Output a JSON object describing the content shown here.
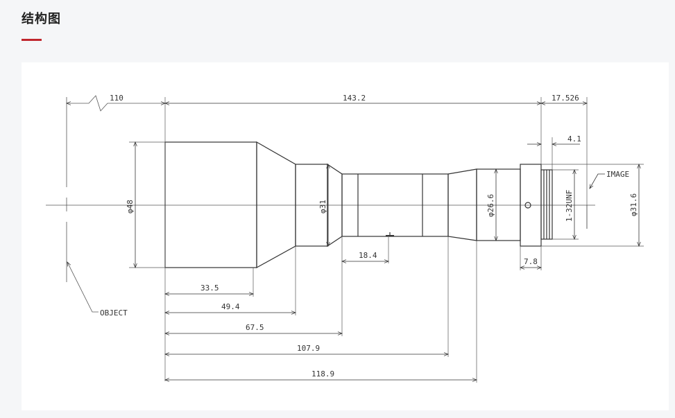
{
  "section": {
    "title": "结构图",
    "accent_color": "#c0262d"
  },
  "drawing": {
    "labels": {
      "object": "OBJECT",
      "image": "IMAGE"
    },
    "dimensions": {
      "d110": "110",
      "d143_2": "143.2",
      "d17_526": "17.526",
      "d4_1": "4.1",
      "d33_5": "33.5",
      "d49_4": "49.4",
      "d67_5": "67.5",
      "d107_9": "107.9",
      "d118_9": "118.9",
      "d18_4": "18.4",
      "d7_8": "7.8",
      "phi48": "φ48",
      "phi31": "φ31",
      "phi26_6": "φ26.6",
      "phi31_6": "φ31.6",
      "thread": "1-32UNF"
    },
    "line_color": "#333333"
  }
}
